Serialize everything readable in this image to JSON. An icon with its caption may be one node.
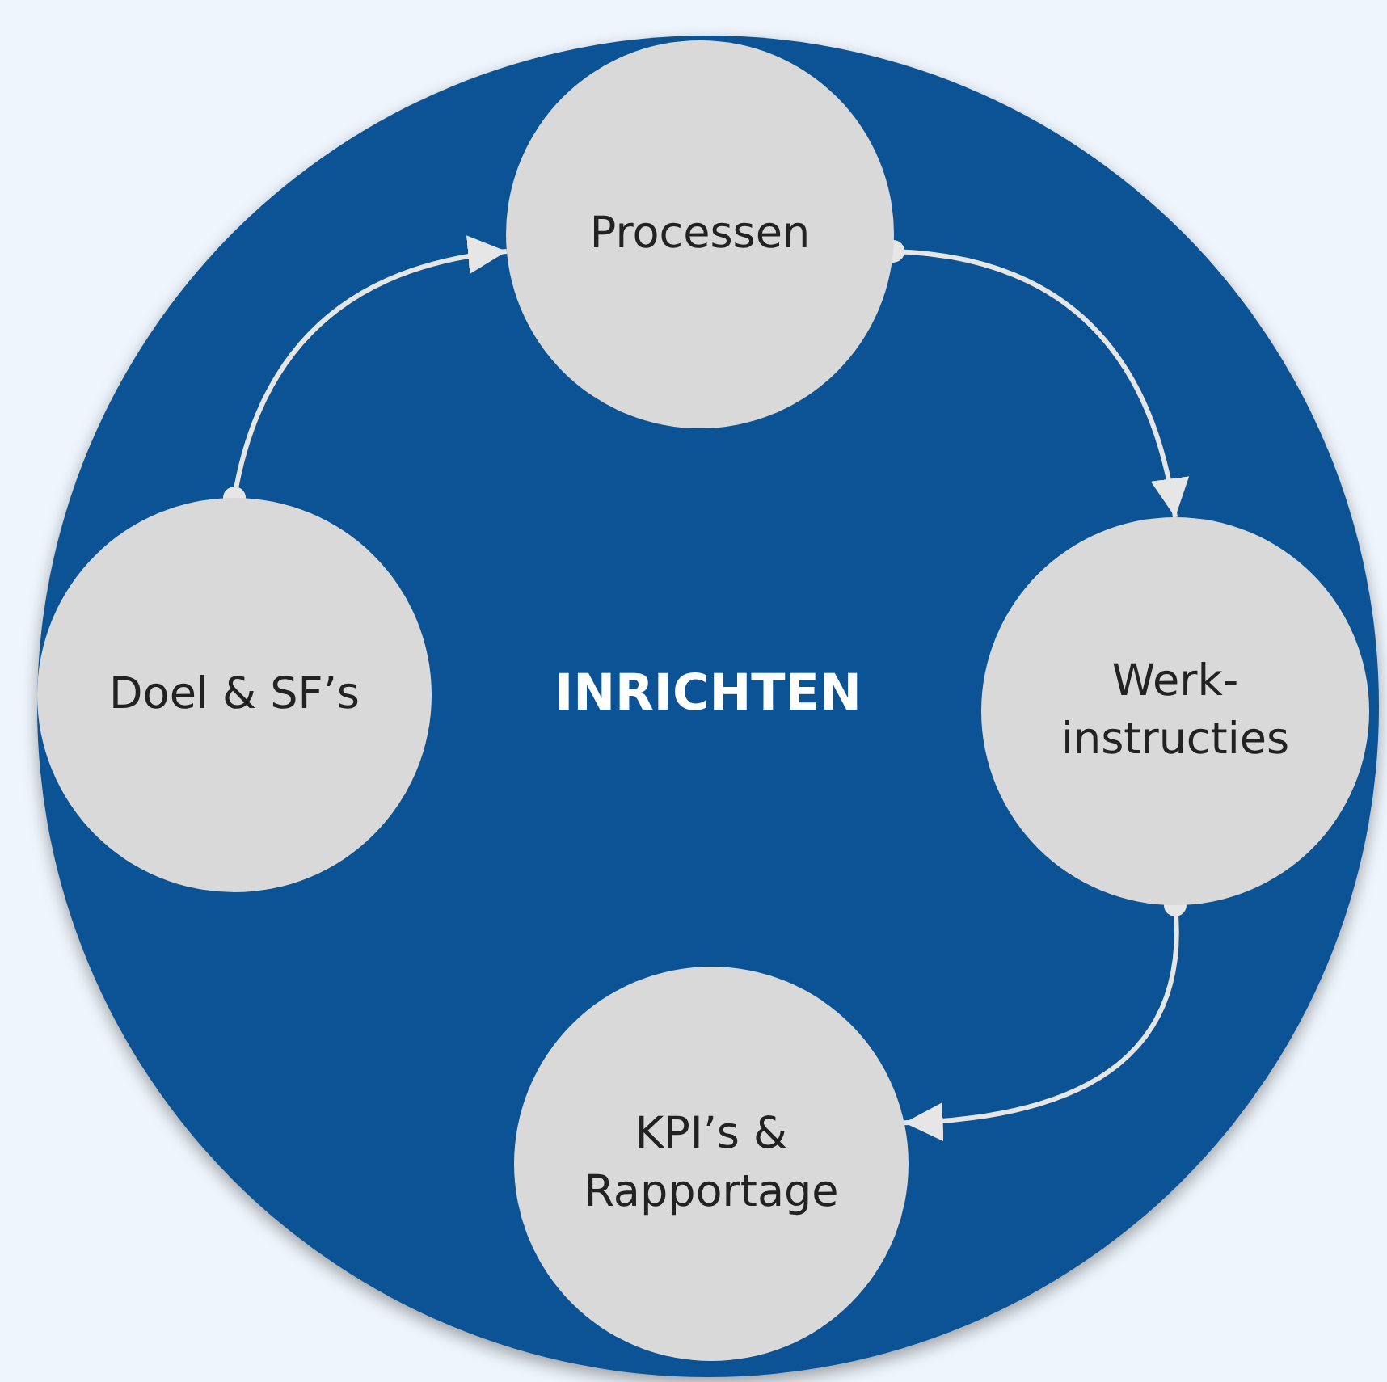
{
  "diagram": {
    "nodes": [
      {
        "text": [
          "INRICHTEN"
        ]
      },
      {
        "text": [
          "Processen"
        ],
        "in": 0
      },
      {
        "text": [
          "Werk- instructies"
        ],
        "in": 0
      },
      {
        "text": [
          "KPI’s & Rapportage"
        ],
        "in": 0
      },
      {
        "text": [
          "Doel & SF’s"
        ],
        "in": 0
      }
    ],
    "edges": [
      {
        "from": 4,
        "to": 1,
        "arrow": "to"
      },
      {
        "from": 1,
        "to": 2,
        "arrow": "to"
      },
      {
        "from": 2,
        "to": 3,
        "arrow": "to"
      }
    ]
  }
}
